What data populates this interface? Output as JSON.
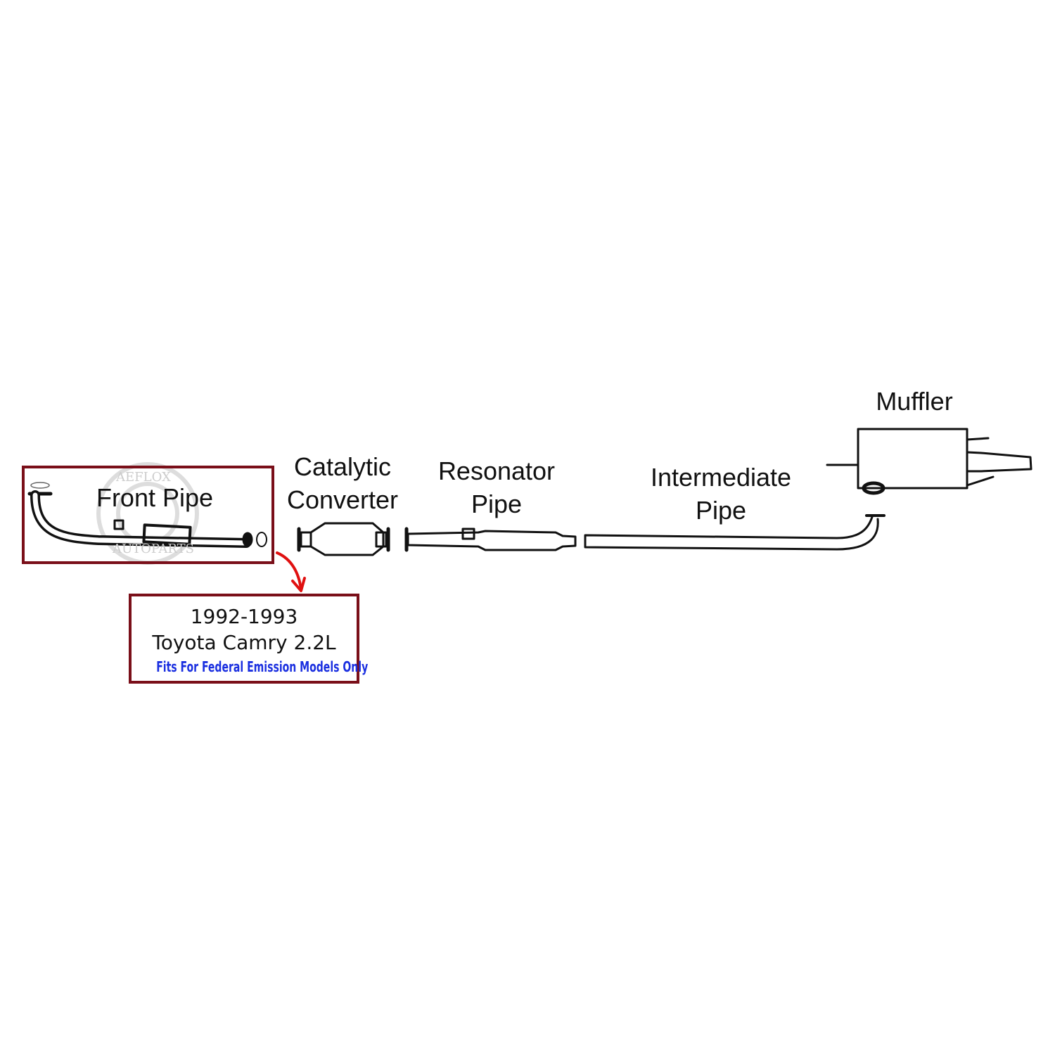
{
  "labels": {
    "front_pipe": "Front Pipe",
    "catalytic_converter": [
      "Catalytic",
      "Converter"
    ],
    "resonator_pipe": [
      "Resonator",
      "Pipe"
    ],
    "intermediate_pipe": [
      "Intermediate",
      "Pipe"
    ],
    "muffler": "Muffler"
  },
  "info_box": {
    "years": "1992-1993",
    "vehicle": "Toyota Camry 2.2L",
    "note": "Fits For Federal Emission Models Only"
  },
  "watermark": {
    "top": "AEFLOX",
    "bottom": "AUTOPARTS"
  },
  "colors": {
    "box_border": "#7a0f19",
    "arrow": "#e01010",
    "note": "#1a2fe0"
  }
}
